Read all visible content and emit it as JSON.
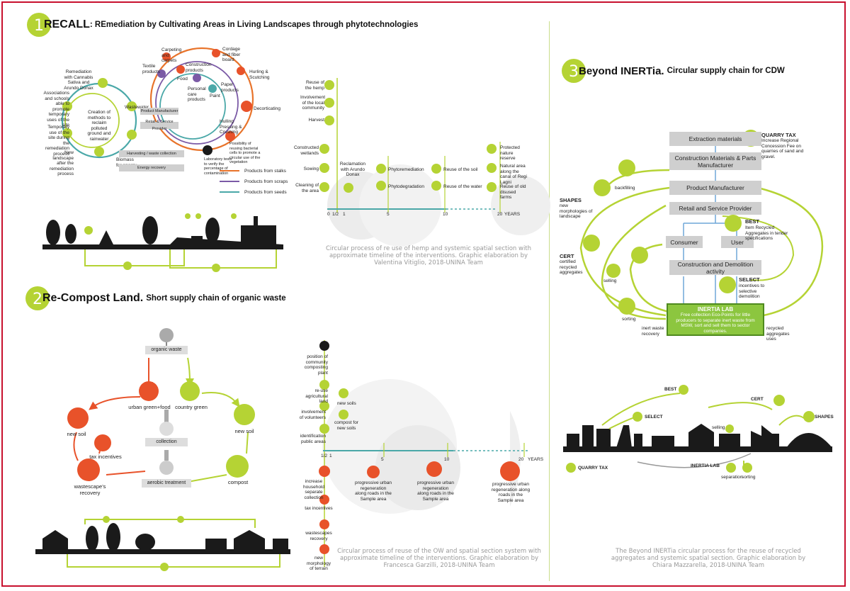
{
  "sec1": {
    "num": "1",
    "title_main": "RECALL",
    "title_sub": ": REmediation by Cultivating Areas in Living Landscapes through phytotechnologies",
    "left_labels": [
      "Remediation with Cannabis Sativa and Arundo Donax",
      "Associations and schools able to promote temporary uses of the site",
      "Temporary use of the site during the remediation process",
      "New landscape after the remediation process",
      "Creation of methods to reclaim polluted ground and rainwater"
    ],
    "top_labels": [
      "Carpeting and carpets",
      "Cordage and fiber board",
      "Textile products",
      "Paper products",
      "Construction products",
      "Personal care products",
      "Paint",
      "Hurling & Scutching",
      "Decorticating",
      "Hulling Pressing & Crushing",
      "Food",
      "Possibility of reusing bacterial cells to promote a circular use of the vegetation",
      "Laboratory tests to verify the percentage of contamination"
    ],
    "boxes": [
      "Product Manufacturer",
      "Retail & Service Provider",
      "Harvesting / waste collection",
      "Energy recovery"
    ],
    "small_labels": [
      "Wastewater",
      "Biomass for energy"
    ],
    "legend": [
      "Products from stalks",
      "Products from scraps",
      "Products from seeds"
    ],
    "legend_colors": [
      "#e8732a",
      "#7b5aa6",
      "#4aa8a8"
    ],
    "timeline_labels": [
      "Reuse of the hemp",
      "Involvement of the local community",
      "Harvest",
      "Constructed wetlands",
      "Sowing",
      "Cleaning of the area",
      "Reclamation with Arundo Donax",
      "Phytoremediation",
      "Phytodegradation",
      "Reuse of the soil",
      "Reuse of the water",
      "Protected nature reserve",
      "Natural area along the canal of Regi Lagni",
      "Reuse of old disused farms"
    ],
    "ticks": [
      "0",
      "1/2",
      "1",
      "5",
      "10",
      "20",
      "YEARS"
    ],
    "caption": "Circular process of re use of hemp and systemic spatial section with approximate timeline of the interventions. Graphic elaboration by Valentina Vitiglio, 2018-UNINA Team"
  },
  "sec2": {
    "num": "2",
    "title_main": "Re-Compost Land.",
    "title_sub": "Short supply chain of organic waste",
    "nodes": [
      "organic waste",
      "urban green+food",
      "country green",
      "collection",
      "new soil",
      "tax incentives",
      "new soil",
      "aerobic treatment",
      "wastescape's recovery",
      "compost"
    ],
    "timeline_labels": [
      "position of community composting plant",
      "re-use agricultural land",
      "new soils",
      "involvement of volunteers",
      "compost for new soils",
      "identification public areas",
      "increase household separate collection",
      "tax incentives",
      "wastescapes recovery",
      "new morphology of terrain"
    ],
    "ticks": [
      "1/2",
      "1",
      "5",
      "10",
      "20",
      "YEARS"
    ],
    "progressive": "progressive urban regeneration along roads in the Sample area",
    "caption": "Circular process of reuse of the OW and spatial section system with approximate timeline of the interventions. Graphic elaboration by Francesca Garzilli, 2018-UNINA Team"
  },
  "sec3": {
    "num": "3",
    "title_main": "Beyond INERTia.",
    "title_sub": "Circular supply chain for CDW",
    "boxes": [
      "Extraction materials",
      "Construction Materials & Parts Manufacturer",
      "Product Manufacturer",
      "Retail and Service Provider",
      "Consumer",
      "User",
      "Construction and Demolition activity"
    ],
    "inertia_title": "INERTIA LAB",
    "inertia_text": "Free collection Eco-Points for little producers to separate inert waste from MSW, sort and sell them to sector companies.",
    "quarry_title": "QUARRY TAX",
    "quarry_text": "Increase Regional Concession Fee on quarries of sand and gravel.",
    "best_title": "BEST",
    "best_text": "Item Recycled Aggregates in tender specifications",
    "select_title": "SELECT",
    "select_text": "incentives to selective demolition",
    "cert_title": "CERT",
    "cert_text": "certified recycled aggregates",
    "shapes_title": "SHAPES",
    "shapes_text": "new morphologies of landscape",
    "side_labels": [
      "backfilling",
      "selling",
      "sorting",
      "inert waste recovery",
      "recycled aggregates uses"
    ],
    "section_labels": [
      "BEST",
      "SELECT",
      "CERT",
      "SHAPES",
      "selling",
      "QUARRY TAX",
      "INERTIA LAB",
      "separation",
      "sorting"
    ],
    "caption": "The Beyond INERTia circular process for the reuse of recycled aggregates and systemic spatial section. Graphic elaboration by Chiara Mazzarella, 2018-UNINA Team"
  },
  "colors": {
    "green": "#b5d334",
    "orange": "#e8522a",
    "dark": "#1a1a1a",
    "teal": "#4aa8a8",
    "border": "#c8102e"
  }
}
